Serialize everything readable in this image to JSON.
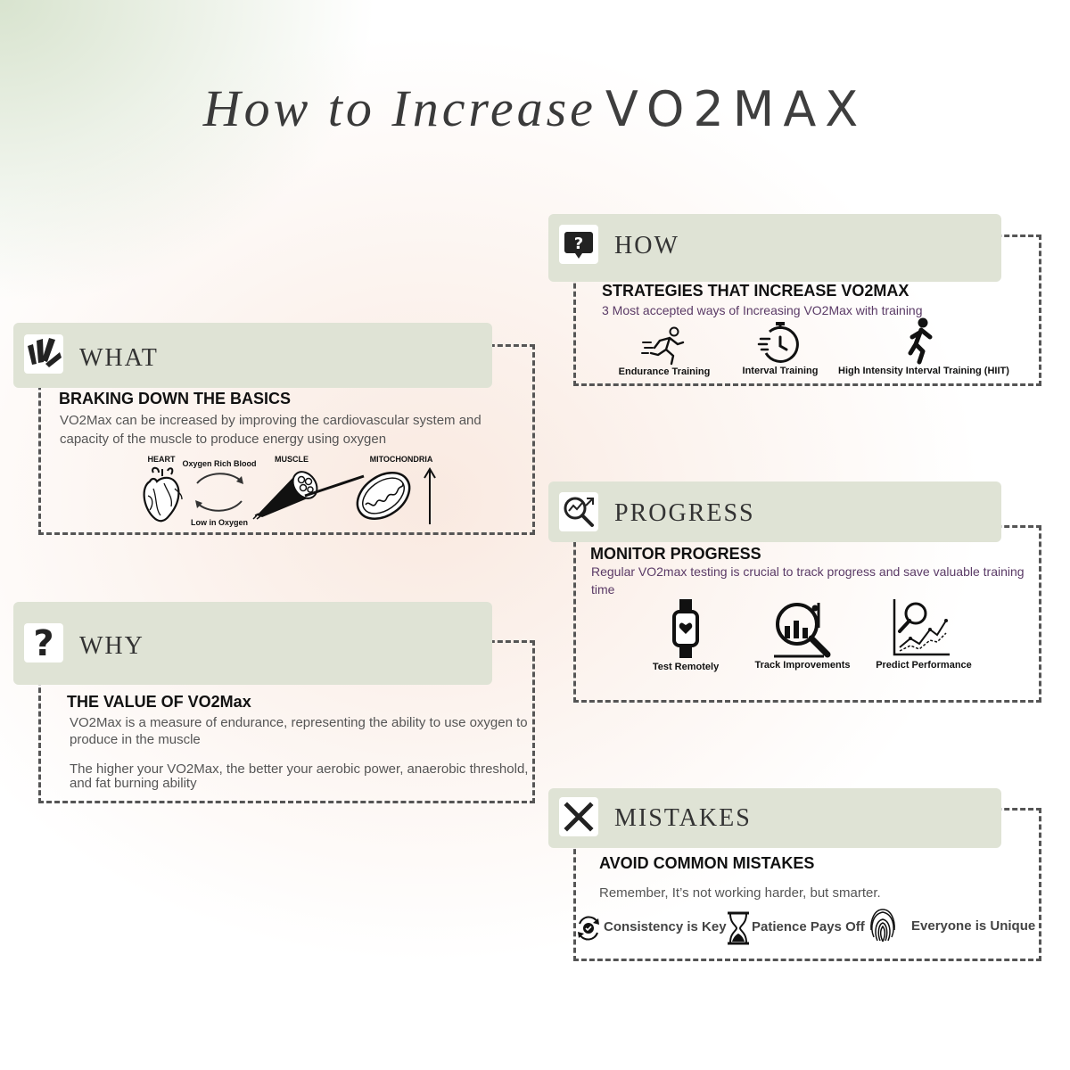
{
  "title": {
    "lead": "How to Increase",
    "strong": "VO2MAX"
  },
  "how": {
    "label": "HOW",
    "icon": "speech-question-icon",
    "heading": "STRATEGIES THAT INCREASE VO2MAX",
    "subheading": "3 Most accepted ways of Increasing VO2Max with training",
    "items": [
      {
        "label": "Endurance Training",
        "icon": "running-person-icon"
      },
      {
        "label": "Interval Training",
        "icon": "stopwatch-icon"
      },
      {
        "label": "High Intensity Interval Training (HIIT)",
        "icon": "sprinting-person-icon"
      }
    ]
  },
  "what": {
    "label": "WHAT",
    "icon": "burst-lines-icon",
    "heading": "BRAKING DOWN THE BASICS",
    "body": "VO2Max can be increased by improving the cardiovascular system and capacity of the muscle to produce energy using oxygen",
    "diagram": {
      "heart": "HEART",
      "oxygen_rich": "Oxygen Rich Blood",
      "low_oxygen": "Low in Oxygen",
      "muscle": "MUSCLE",
      "mitochondria": "MITOCHONDRIA"
    }
  },
  "progress": {
    "label": "PROGRESS",
    "icon": "magnifier-chart-icon",
    "heading": "MONITOR PROGRESS",
    "body": "Regular VO2max testing is crucial to track progress and save valuable training time",
    "items": [
      {
        "label": "Test Remotely",
        "icon": "smartwatch-icon"
      },
      {
        "label": "Track Improvements",
        "icon": "magnifier-bar-chart-icon"
      },
      {
        "label": "Predict Performance",
        "icon": "line-chart-magnifier-icon"
      }
    ]
  },
  "why": {
    "label": "WHY",
    "icon": "question-mark-icon",
    "heading": "THE VALUE OF VO2Max",
    "body1": "VO2Max is a measure of endurance, representing the ability to use oxygen to produce in the muscle",
    "body2": "The higher your VO2Max, the better your aerobic power, anaerobic threshold, and fat burning ability"
  },
  "mistakes": {
    "label": "MISTAKES",
    "icon": "x-mark-icon",
    "heading": "AVOID COMMON MISTAKES",
    "body": "Remember, It’s not working harder, but smarter.",
    "items": [
      {
        "label": "Consistency is Key",
        "icon": "cycle-check-icon"
      },
      {
        "label": "Patience Pays Off",
        "icon": "hourglass-icon"
      },
      {
        "label": "Everyone is Unique",
        "icon": "fingerprint-icon"
      }
    ]
  }
}
